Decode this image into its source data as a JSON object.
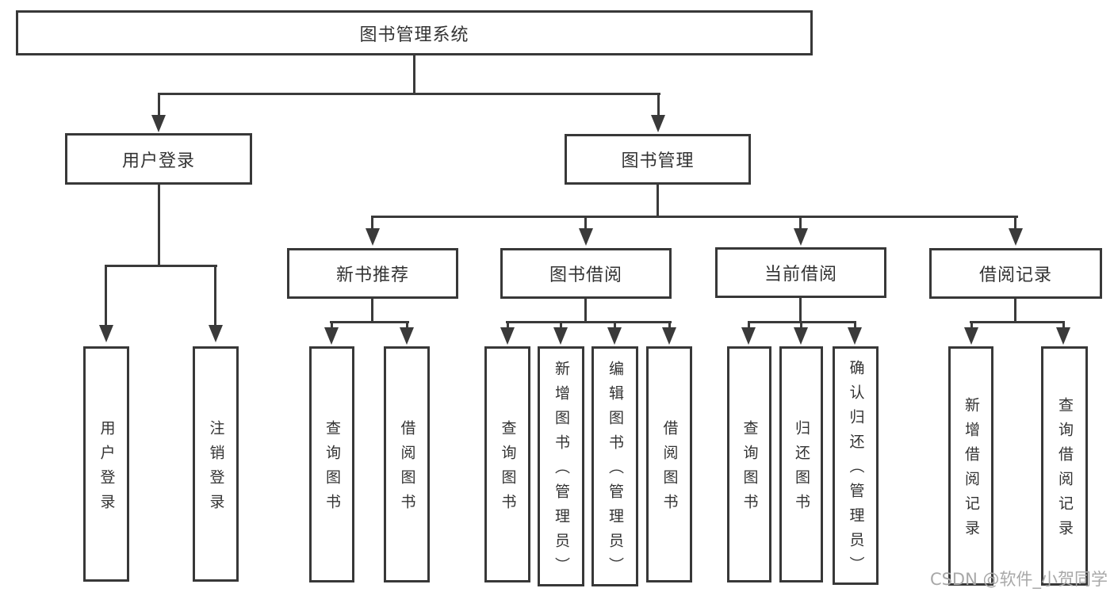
{
  "diagram_title": "图书管理系统",
  "tree": {
    "root": {
      "label": "图书管理系统"
    },
    "branches": [
      {
        "label": "用户登录",
        "children": [
          {
            "label": "用户登录"
          },
          {
            "label": "注销登录"
          }
        ]
      },
      {
        "label": "图书管理",
        "children": [
          {
            "label": "新书推荐",
            "children": [
              {
                "label": "查询图书"
              },
              {
                "label": "借阅图书"
              }
            ]
          },
          {
            "label": "图书借阅",
            "children": [
              {
                "label": "查询图书"
              },
              {
                "label": "新增图书（管理员）"
              },
              {
                "label": "编辑图书（管理员）"
              },
              {
                "label": "借阅图书"
              }
            ]
          },
          {
            "label": "当前借阅",
            "children": [
              {
                "label": "查询图书"
              },
              {
                "label": "归还图书"
              },
              {
                "label": "确认归还（管理员）"
              }
            ]
          },
          {
            "label": "借阅记录",
            "children": [
              {
                "label": "新增借阅记录"
              },
              {
                "label": "查询借阅记录"
              }
            ]
          }
        ]
      }
    ]
  },
  "watermark": {
    "text": "CSDN @软件_小贺同学"
  },
  "colors": {
    "background": "#ffffff",
    "line": "#3a3a3a",
    "box_border": "#383838",
    "text": "#333333",
    "watermark": "#a8a8a8"
  }
}
